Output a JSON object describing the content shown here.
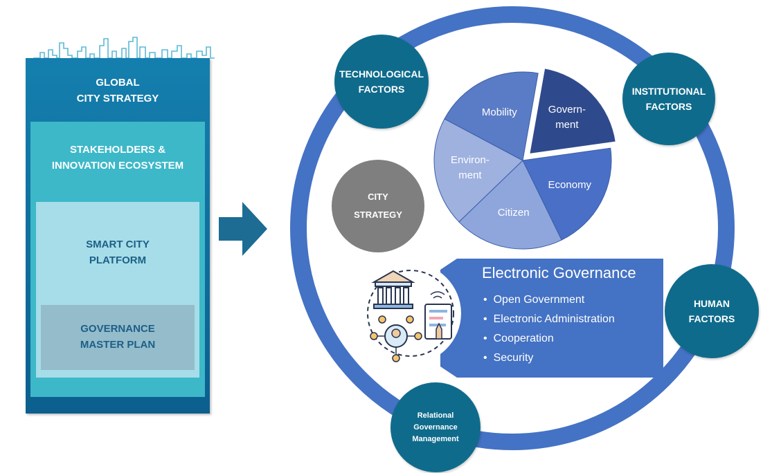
{
  "left_panel": {
    "global": "GLOBAL\nCITY STRATEGY",
    "stakeholders": "STAKEHOLDERS &\nINNOVATION ECOSYSTEM",
    "platform": "SMART CITY\nPLATFORM",
    "master_plan": "GOVERNANCE\nMASTER PLAN"
  },
  "factors": {
    "technological": "TECHNOLOGICAL\nFACTORS",
    "institutional": "INSTITUTIONAL\nFACTORS",
    "human": "HUMAN\nFACTORS",
    "relational": "Relational\nGovernance\nManagement"
  },
  "city_strategy": "CITY\nSTRATEGY",
  "pie": {
    "slices": [
      {
        "label": "Govern-\nment",
        "share": 0.2,
        "color": "#2f4a8c"
      },
      {
        "label": "Economy",
        "share": 0.2,
        "color": "#4a6fc7"
      },
      {
        "label": "Citizen",
        "share": 0.2,
        "color": "#8fa6dc"
      },
      {
        "label": "Environ-\nment",
        "share": 0.2,
        "color": "#9eb1df"
      },
      {
        "label": "Mobility",
        "share": 0.2,
        "color": "#5a7cc6"
      }
    ]
  },
  "e_governance": {
    "title": "Electronic Governance",
    "items": [
      "Open Government",
      "Electronic Administration",
      "Cooperation",
      "Security"
    ]
  },
  "colors": {
    "ring": "#4472c4",
    "factor_circle": "#0f6b8c",
    "panel_global": "#147fae",
    "panel_stakeholders": "#3db8c9",
    "panel_platform": "#a6dde8",
    "panel_master": "#94bccb",
    "arrow": "#1c6c94",
    "strategy_circle": "#7f7f7f"
  }
}
